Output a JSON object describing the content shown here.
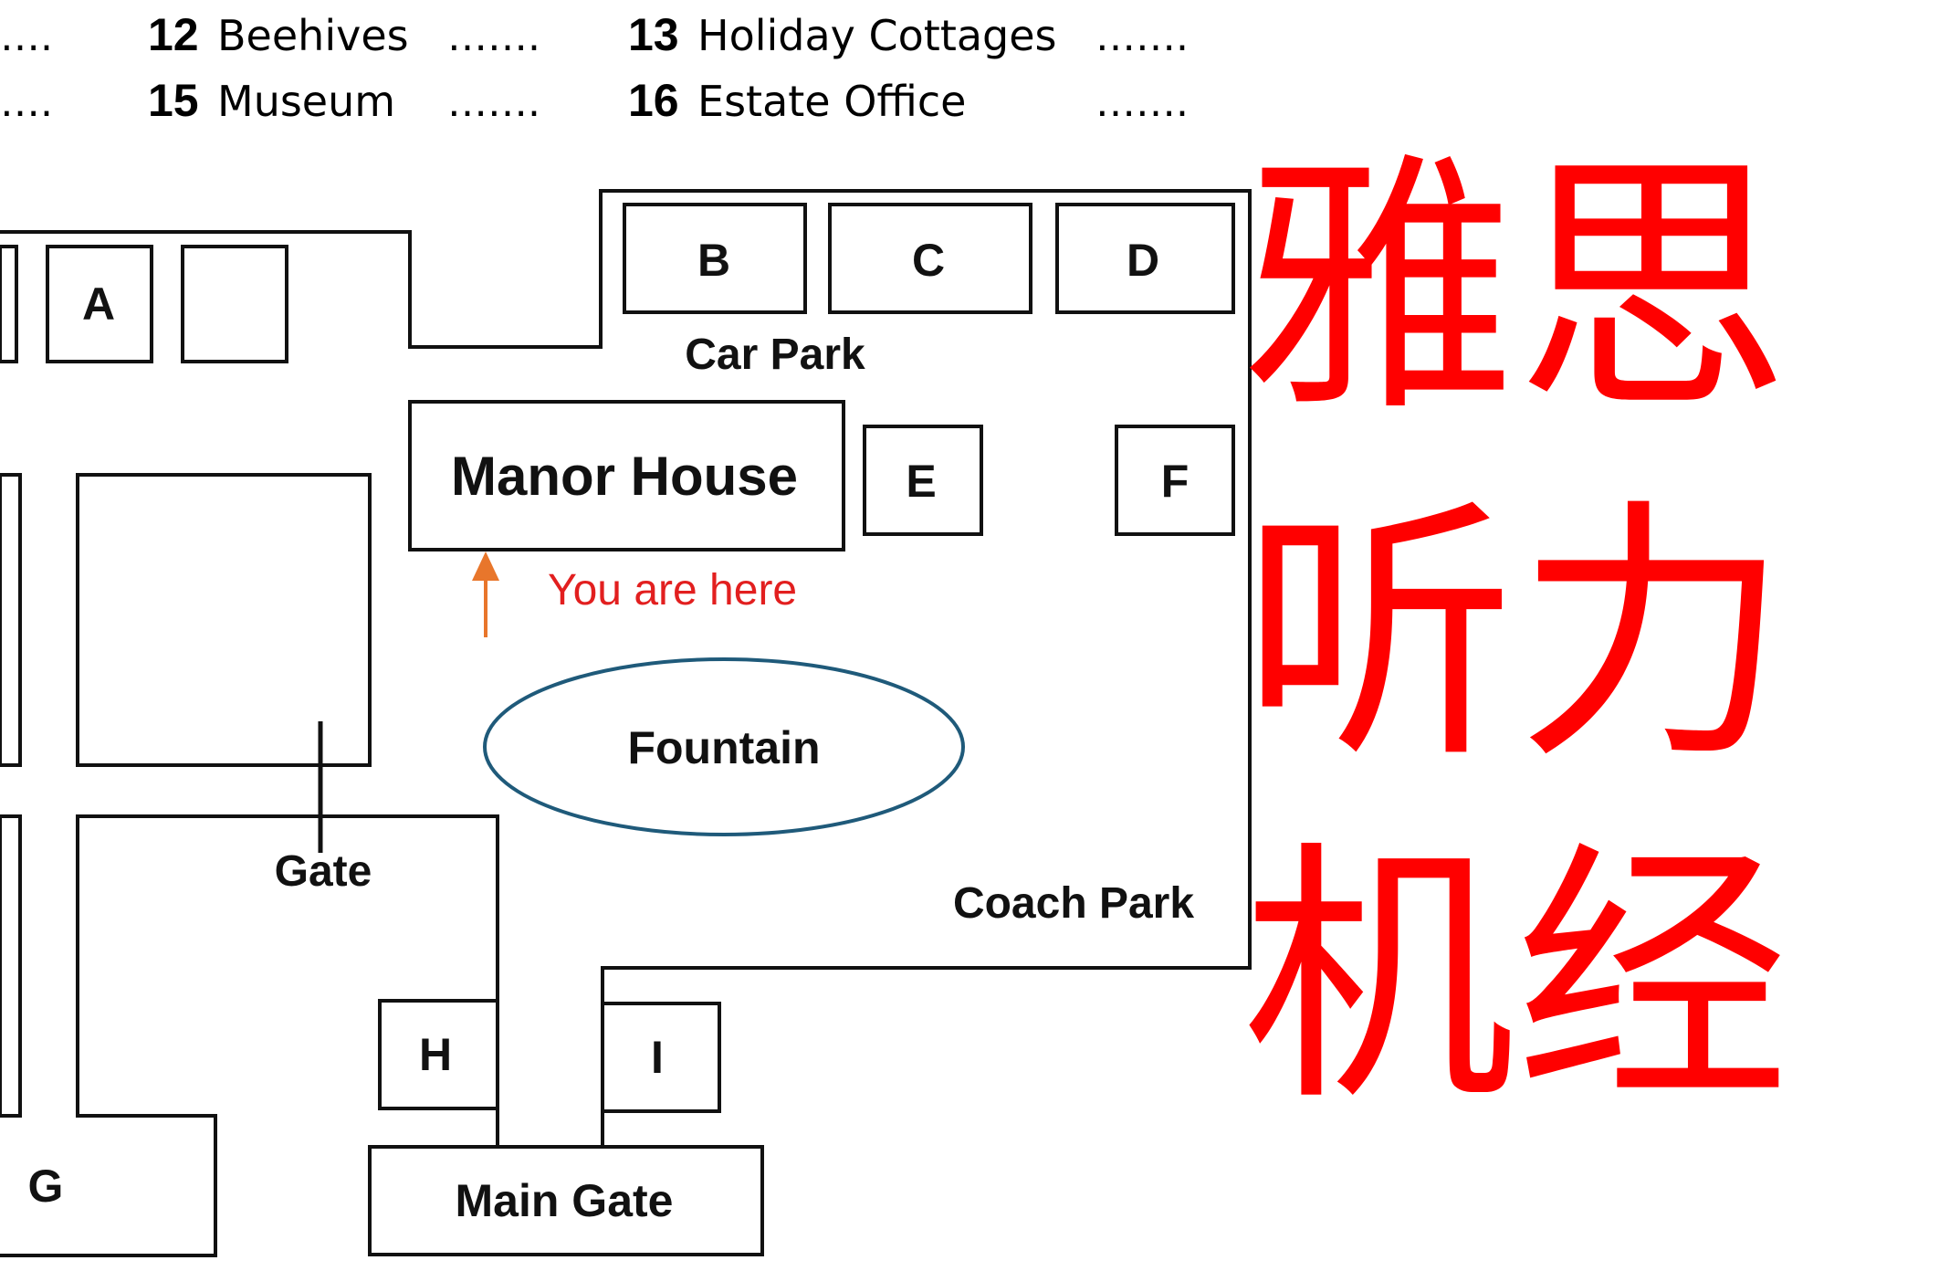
{
  "questions": [
    {
      "pre_dots": "….",
      "num": "12",
      "label": "Beehives",
      "dots": "……."
    },
    {
      "num": "13",
      "label": "Holiday Cottages",
      "dots": "……."
    },
    {
      "pre_dots": "….",
      "num": "15",
      "label": "Museum",
      "dots": "……."
    },
    {
      "num": "16",
      "label": "Estate Office",
      "dots": "……."
    }
  ],
  "map_labels": {
    "A": "A",
    "B": "B",
    "C": "C",
    "D": "D",
    "E": "E",
    "F": "F",
    "G": "G",
    "H": "H",
    "I": "I",
    "car_park": "Car Park",
    "manor_house": "Manor House",
    "you_are_here": "You are here",
    "fountain": "Fountain",
    "gate": "Gate",
    "coach_park": "Coach Park",
    "main_gate": "Main Gate"
  },
  "watermark": {
    "line1": "雅思",
    "line2": "听力",
    "line3": "机经"
  },
  "colors": {
    "watermark": "#ff0000",
    "you_are_here_text": "#e21f1f",
    "arrow": "#e8762b",
    "fountain_outline": "#1f5a7a",
    "lines": "#111111"
  }
}
